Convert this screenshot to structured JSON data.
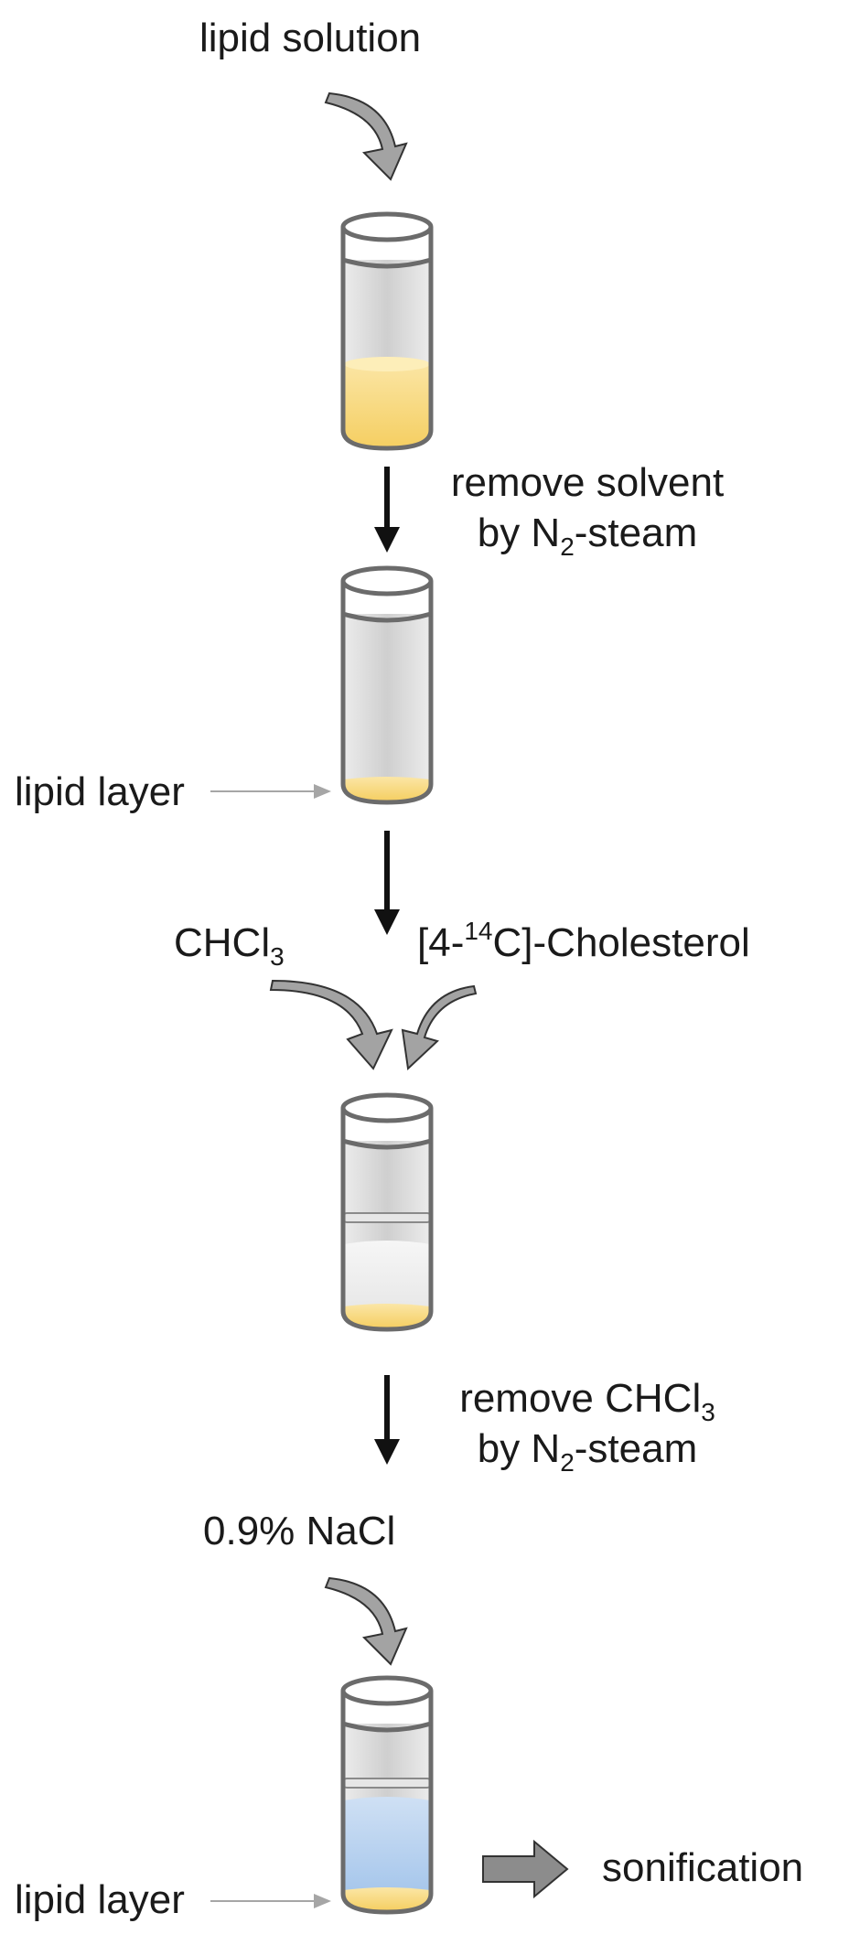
{
  "steps": {
    "lipid_solution": "lipid solution",
    "remove_solvent_line1": "remove solvent",
    "remove_solvent_by": "by N",
    "remove_solvent_sub": "2",
    "remove_solvent_end": "-steam",
    "lipid_layer_top": "lipid layer",
    "chcl3_main": "CHCl",
    "chcl3_sub": "3",
    "cholesterol_pre": "[4-",
    "cholesterol_sup": "14",
    "cholesterol_post": "C]-Cholesterol",
    "remove_chcl3_main": "remove CHCl",
    "remove_chcl3_sub": "3",
    "remove_chcl3_by": "by N",
    "remove_chcl3_by_sub": "2",
    "remove_chcl3_end": "-steam",
    "nacl": "0.9% NaCl",
    "lipid_layer_bottom": "lipid layer",
    "sonification": "sonification"
  },
  "colors": {
    "tube_outline": "#6b6b6b",
    "lipid": "#f7d77a",
    "saline": "#a9c8ec",
    "curved_arrow": "#9d9d9d",
    "straight_arrow": "#111111",
    "pointer_arrow": "#a6a6a6",
    "block_arrow": "#8c8c8c"
  },
  "icons": [
    "test-tube",
    "curved-arrow",
    "down-arrow",
    "block-arrow"
  ]
}
